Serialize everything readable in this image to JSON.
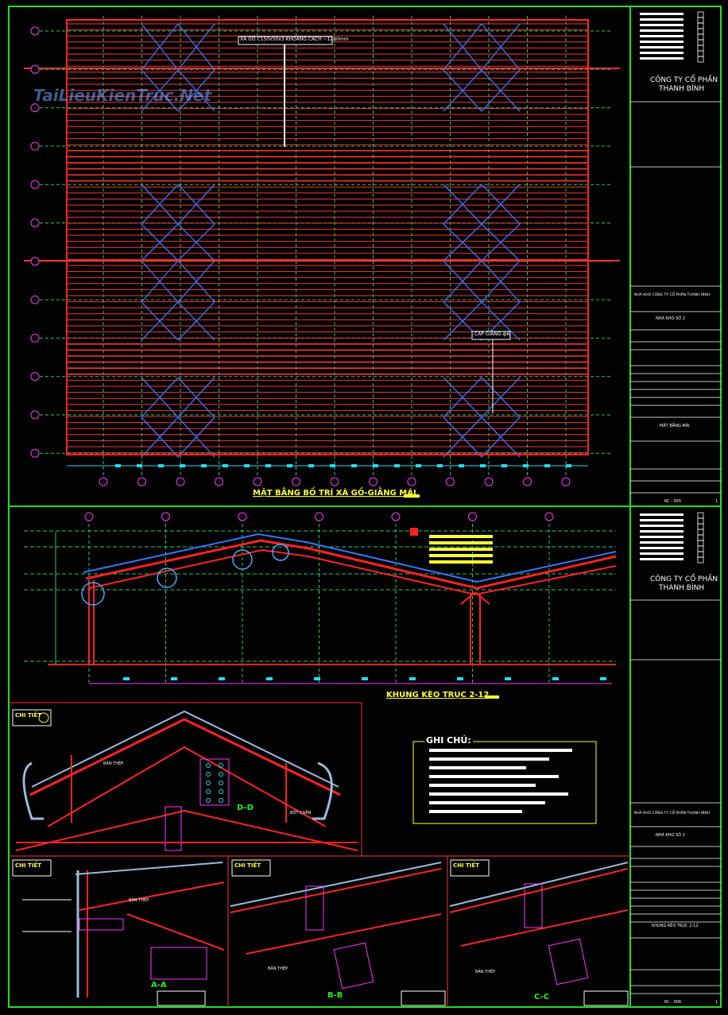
{
  "watermark": "TaiLieuKienTruc.Net",
  "views": {
    "plan": {
      "title": "MẶT BẰNG BỐ TRÍ XÀ GỒ-GIẰNG MÁI",
      "callout_1": "XÀ GỒ C150x50x3 KHOẢNG CÁCH ~1200mm",
      "callout_2": "CÁP GIẰNG ф6"
    },
    "frame": {
      "title": "KHUNG KÈO TRỤC 2-12"
    },
    "details": [
      {
        "tag": "CHI TIẾT",
        "section": "D-D",
        "annot_1": "BẢN THÉP",
        "annot_2": "BỐT CHẮN"
      },
      {
        "tag": "CHI TIẾT",
        "section": "A-A",
        "annot_1": "BẢN THÉP",
        "annot_2": ""
      },
      {
        "tag": "CHI TIẾT",
        "section": "B-B",
        "annot_1": "BẢN THÉP",
        "annot_2": ""
      },
      {
        "tag": "CHI TIẾT",
        "section": "C-C",
        "annot_1": "BẢN THÉP",
        "annot_2": ""
      }
    ],
    "notes": {
      "title": "GHI CHÚ:"
    }
  },
  "title_block_top": {
    "company_line1": "CÔNG TY CỔ PHẦN",
    "company_line2": "THANH BÌNH",
    "project_name": "NHÀ KHO CÔNG TY CỔ PHẦN THANH BÌNH",
    "item_name": "NHÀ KHO SỐ 2",
    "drawing_title": "MẶT BẰNG MÁI",
    "sheet_no": "KC - 005",
    "page": "1"
  },
  "title_block_bottom": {
    "company_line1": "CÔNG TY CỔ PHẦN",
    "company_line2": "THANH BÌNH",
    "project_name": "NHÀ KHO CÔNG TY CỔ PHẦN THANH BÌNH",
    "item_name": "NHÀ KHO SỐ 2",
    "drawing_title": "KHUNG KÈO TRỤC 2-12",
    "sheet_no": "KC - 006",
    "page": "1"
  },
  "colors": {
    "border": "#22dd22",
    "steel": "#ff2222",
    "bracing": "#3377ff",
    "grid": "#22cc66",
    "purlin": "#ff3333",
    "text": "#ffff33",
    "axis": "#ff33ff"
  }
}
